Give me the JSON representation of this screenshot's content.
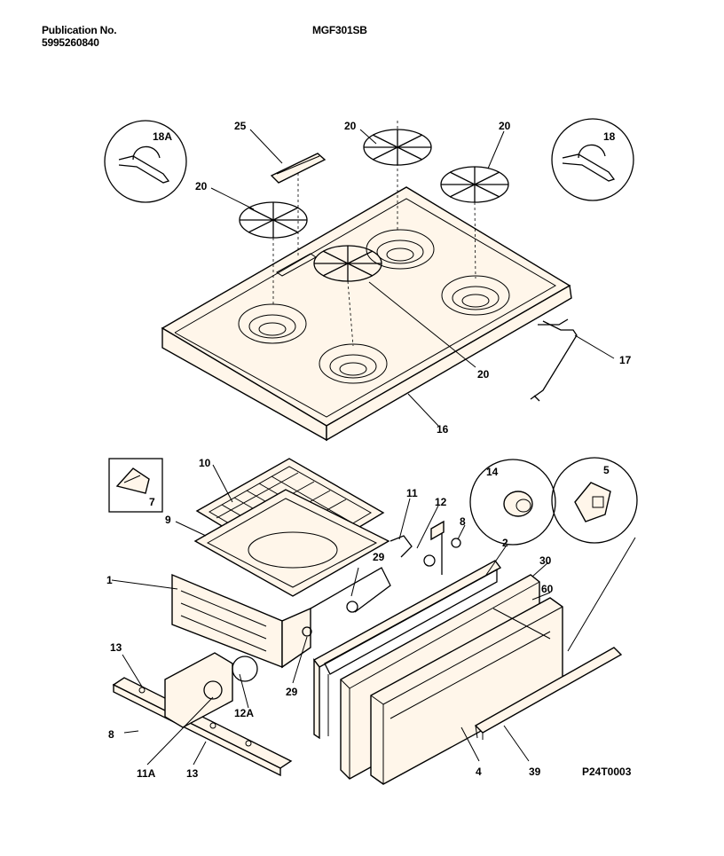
{
  "header": {
    "publication_label": "Publication No.",
    "publication_number": "5995260840",
    "model": "MGF301SB"
  },
  "drawing_code": "P24T0003",
  "callouts": {
    "c18A": "18A",
    "c25": "25",
    "c20a": "20",
    "c20b": "20",
    "c20c": "20",
    "c20d": "20",
    "c18": "18",
    "c17": "17",
    "c16": "16",
    "c7": "7",
    "c10": "10",
    "c9": "9",
    "c1": "1",
    "c11": "11",
    "c12": "12",
    "c8a": "8",
    "c14": "14",
    "c5": "5",
    "c2": "2",
    "c30": "30",
    "c60": "60",
    "c29a": "29",
    "c29b": "29",
    "c13a": "13",
    "c12A": "12A",
    "c8b": "8",
    "c11A": "11A",
    "c13b": "13",
    "c4": "4",
    "c39": "39"
  }
}
